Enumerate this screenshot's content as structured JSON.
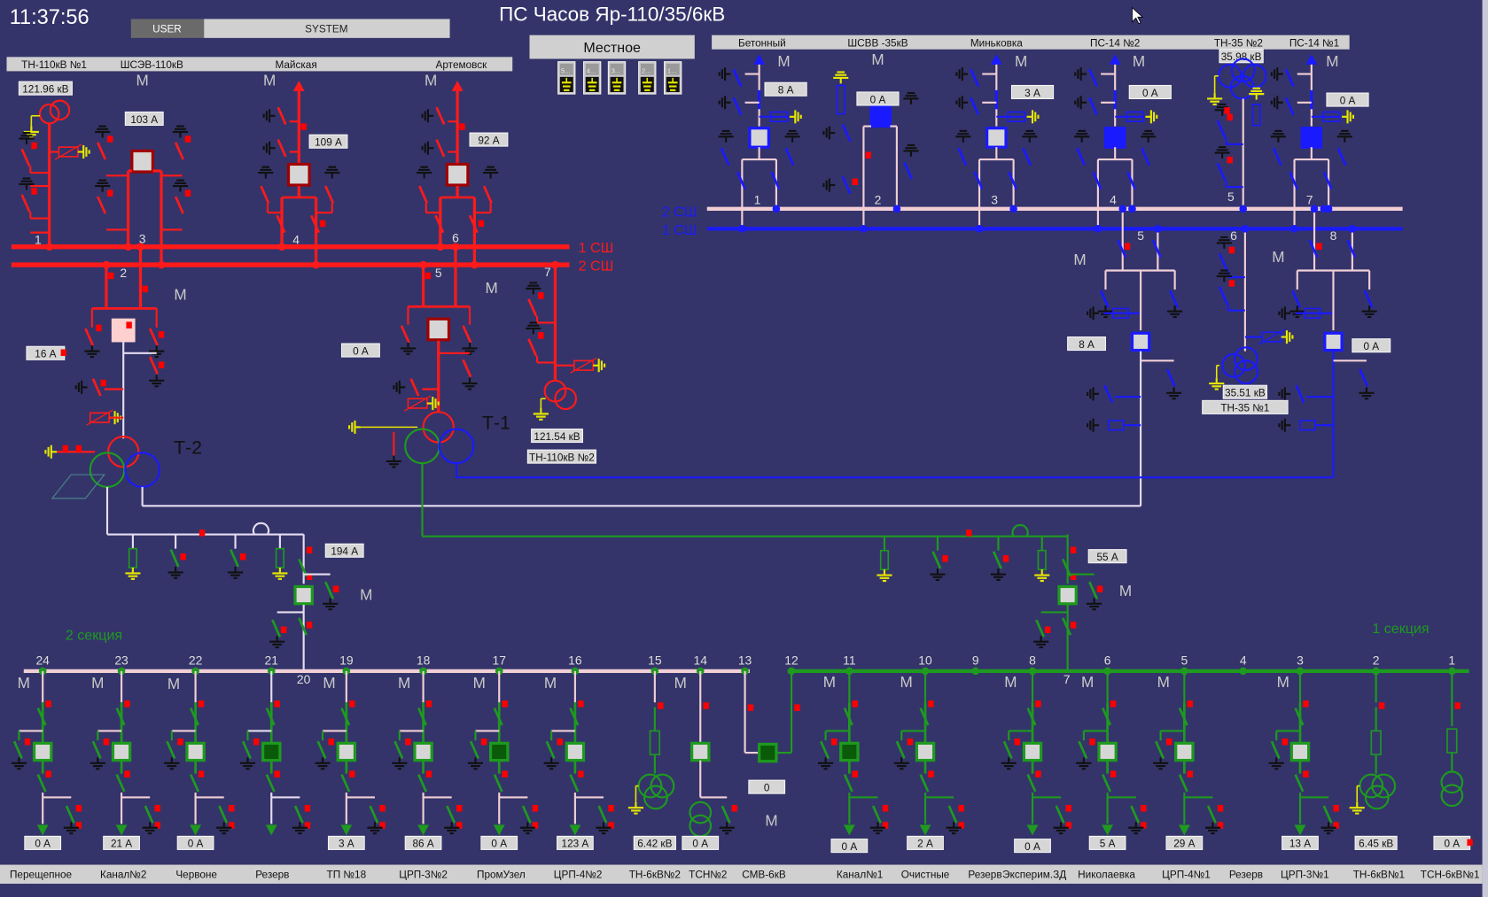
{
  "header": {
    "time": "11:37:56",
    "title": "ПС Часов Яр-110/35/6кВ",
    "user_button": "USER",
    "system_button": "SYSTEM",
    "mode": "Местное",
    "key_indicators": [
      "5...",
      "4...",
      "3...",
      "2...",
      "1..."
    ]
  },
  "motor_label": "M",
  "kv110": {
    "feeders": [
      "ТН-110кВ №1",
      "ШСЭВ-110кВ",
      "Майская",
      "Артемовск"
    ],
    "buses": [
      "1 СШ",
      "2 СШ"
    ],
    "cells": [
      "1",
      "2",
      "3",
      "4",
      "5",
      "6",
      "7"
    ],
    "readings": {
      "tn1_voltage": "121.96 кВ",
      "shsev_current": "103 А",
      "mayskaya_current": "109 А",
      "artemovsk_current": "92 А",
      "t2_current": "16 А",
      "t1_current": "0 А",
      "tn2_voltage": "121.54 кВ"
    },
    "tn2_label": "ТН-110кВ №2"
  },
  "transformers": {
    "t2": "Т-2",
    "t1": "Т-1"
  },
  "kv35": {
    "feeders": [
      "Бетонный",
      "ШСВВ -35кВ",
      "Миньковка",
      "ПС-14 №2",
      "ТН-35 №2",
      "ПС-14 №1"
    ],
    "buses": [
      "2 СШ",
      "1 СШ"
    ],
    "cells": [
      "1",
      "2",
      "3",
      "4",
      "5",
      "6",
      "7",
      "8"
    ],
    "cells_lower": [
      "5",
      "6",
      "8"
    ],
    "readings": {
      "betonny": "8 А",
      "shsvv": "0 А",
      "minkovka": "3 А",
      "ps14_2": "0 А",
      "tn2_voltage": "35.98 кВ",
      "ps14_1": "0 А",
      "t2_current": "8 А",
      "t1_current": "0 А",
      "tn1_voltage": "35.51 кВ"
    },
    "tn1_label": "ТН-35 №1"
  },
  "kv6": {
    "sections": [
      "2 секция",
      "1 секция"
    ],
    "input_t2_current": "194 А",
    "input_t1_current": "55 А",
    "cells": [
      {
        "num": "24",
        "label": "Перещепное",
        "value": "0 А"
      },
      {
        "num": "23",
        "label": "Канал№2",
        "value": "21 А"
      },
      {
        "num": "22",
        "label": "Червоне",
        "value": "0 А"
      },
      {
        "num": "21",
        "label": "Резерв"
      },
      {
        "num": "20"
      },
      {
        "num": "19",
        "label": "ТП №18",
        "value": "3 А"
      },
      {
        "num": "18",
        "label": "ЦРП-3№2",
        "value": "86 А"
      },
      {
        "num": "17",
        "label": "ПромУзел",
        "value": "0 А"
      },
      {
        "num": "16",
        "label": "ЦРП-4№2",
        "value": "123 А"
      },
      {
        "num": "15",
        "label": "ТН-6кВ№2",
        "value": "6.42 кВ"
      },
      {
        "num": "14",
        "label": "ТСН№2",
        "value": "0 А"
      },
      {
        "num": "13",
        "label": "СМВ-6кВ",
        "value": "0"
      },
      {
        "num": "12"
      },
      {
        "num": "11",
        "label": "Канал№1",
        "value": "0 А"
      },
      {
        "num": "10",
        "label": "Очистные",
        "value": "2 А"
      },
      {
        "num": "9",
        "label": "Резерв"
      },
      {
        "num": "8",
        "label": "Эксперим.ЗД",
        "value": "0 А"
      },
      {
        "num": "7"
      },
      {
        "num": "6",
        "label": "Николаевка",
        "value": "5 А"
      },
      {
        "num": "5",
        "label": "ЦРП-4№1",
        "value": "29 А"
      },
      {
        "num": "4",
        "label": "Резерв"
      },
      {
        "num": "3",
        "label": "ЦРП-3№1",
        "value": "13 А"
      },
      {
        "num": "2",
        "label": "ТН-6кВ№1",
        "value": "6.45 кВ"
      },
      {
        "num": "1",
        "label": "ТСН-6кВ№1",
        "value": "0 А"
      }
    ]
  },
  "colors": {
    "background": "#34346a",
    "kv110": "#ff1a1a",
    "kv35": "#1a1aff",
    "kv6": "#1e9a1e",
    "alarm": "#ff0000"
  }
}
